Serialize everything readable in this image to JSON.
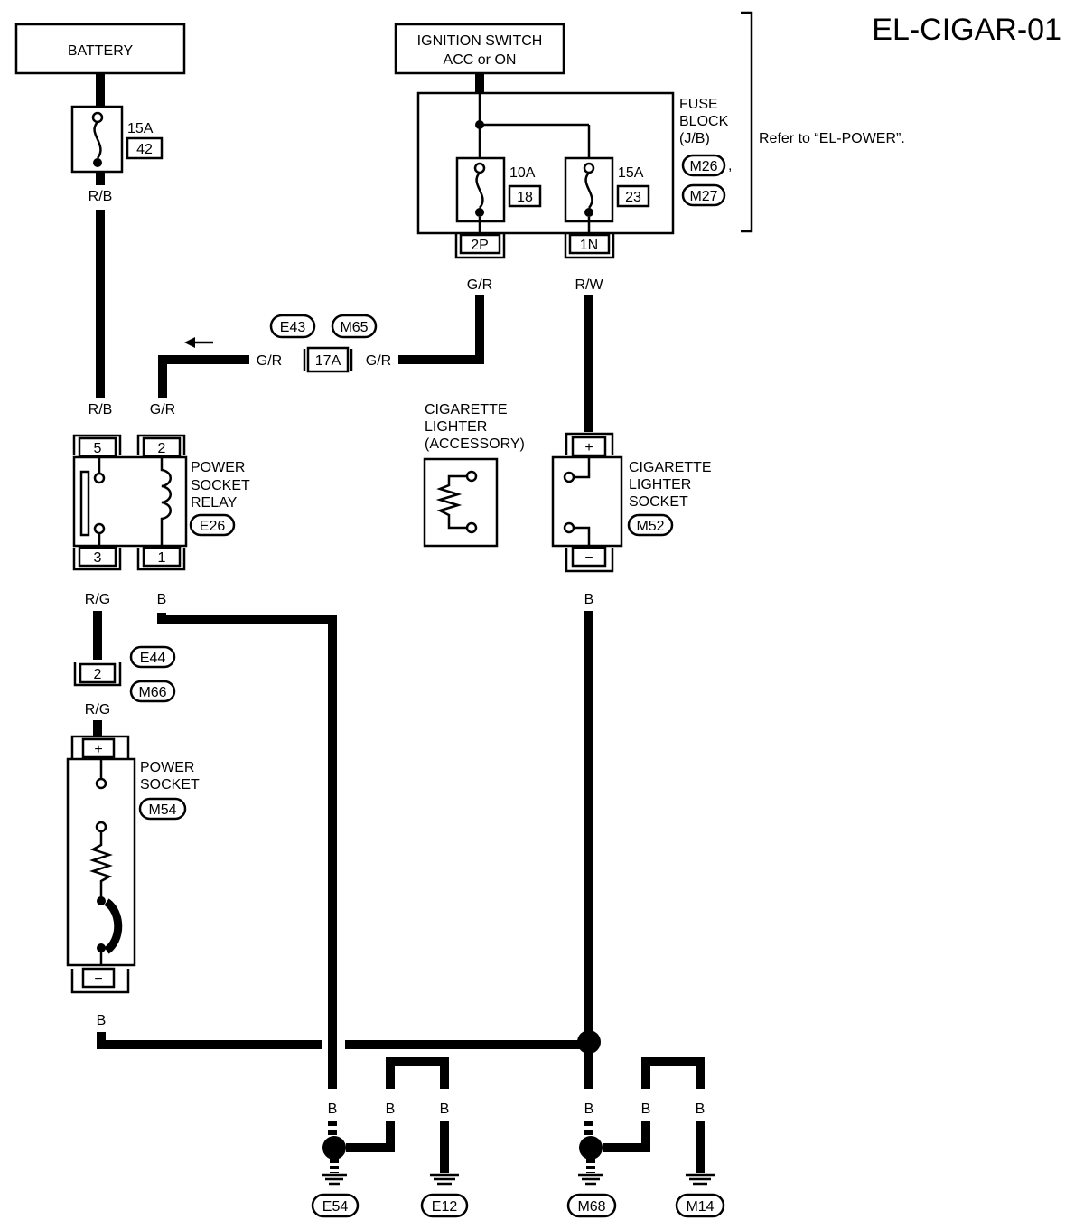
{
  "diagram_code": "EL-CIGAR-01",
  "battery": "BATTERY",
  "fuse_battery": {
    "rating": "15A",
    "number": "42"
  },
  "ignition_switch": {
    "line1": "IGNITION SWITCH",
    "line2": "ACC or ON"
  },
  "fuse_block": {
    "line1": "FUSE",
    "line2": "BLOCK",
    "line3": "(J/B)",
    "connector1": "M26",
    "comma": ",",
    "connector2": "M27"
  },
  "fuse_10a": {
    "rating": "10A",
    "number": "18"
  },
  "fuse_15a_b": {
    "rating": "15A",
    "number": "23"
  },
  "terminals": {
    "fb_2p": "2P",
    "fb_1n": "1N",
    "relay_5": "5",
    "relay_2": "2",
    "relay_3": "3",
    "relay_1": "1",
    "jc_2": "2",
    "jc_17a": "17A"
  },
  "refer_note": "Refer to “EL-POWER”.",
  "wires": {
    "rb": "R/B",
    "gr": "G/R",
    "rw": "R/W",
    "rg": "R/G",
    "b": "B"
  },
  "connectors": {
    "e43": "E43",
    "m65": "M65",
    "e44": "E44",
    "m66": "M66"
  },
  "relay": {
    "line1": "POWER",
    "line2": "SOCKET",
    "line3": "RELAY",
    "connector": "E26"
  },
  "cig_accessory": {
    "line1": "CIGARETTE",
    "line2": "LIGHTER",
    "line3": "(ACCESSORY)"
  },
  "cig_socket": {
    "line1": "CIGARETTE",
    "line2": "LIGHTER",
    "line3": "SOCKET",
    "connector": "M52"
  },
  "power_socket": {
    "line1": "POWER",
    "line2": "SOCKET",
    "connector": "M54"
  },
  "signs": {
    "plus": "+",
    "minus": "−"
  },
  "grounds": {
    "e54": "E54",
    "e12": "E12",
    "m68": "M68",
    "m14": "M14"
  }
}
